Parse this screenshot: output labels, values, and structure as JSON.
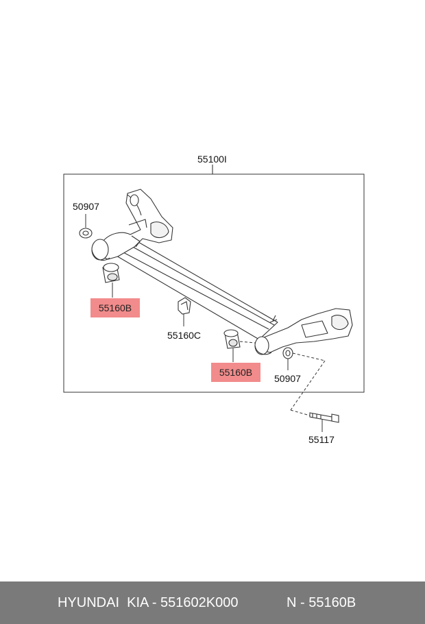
{
  "labels": {
    "assembly": "55100I",
    "washer_left": "50907",
    "bushing_left": "55160B",
    "bracket": "55160C",
    "bushing_right": "55160B",
    "washer_right": "50907",
    "bolt": "55117"
  },
  "footer": {
    "brand": "HYUNDAI  KIA - 551602K000",
    "code": "N - 55160B"
  },
  "colors": {
    "highlight": "#f28b8b",
    "footer_bg": "#7a7a7a"
  }
}
